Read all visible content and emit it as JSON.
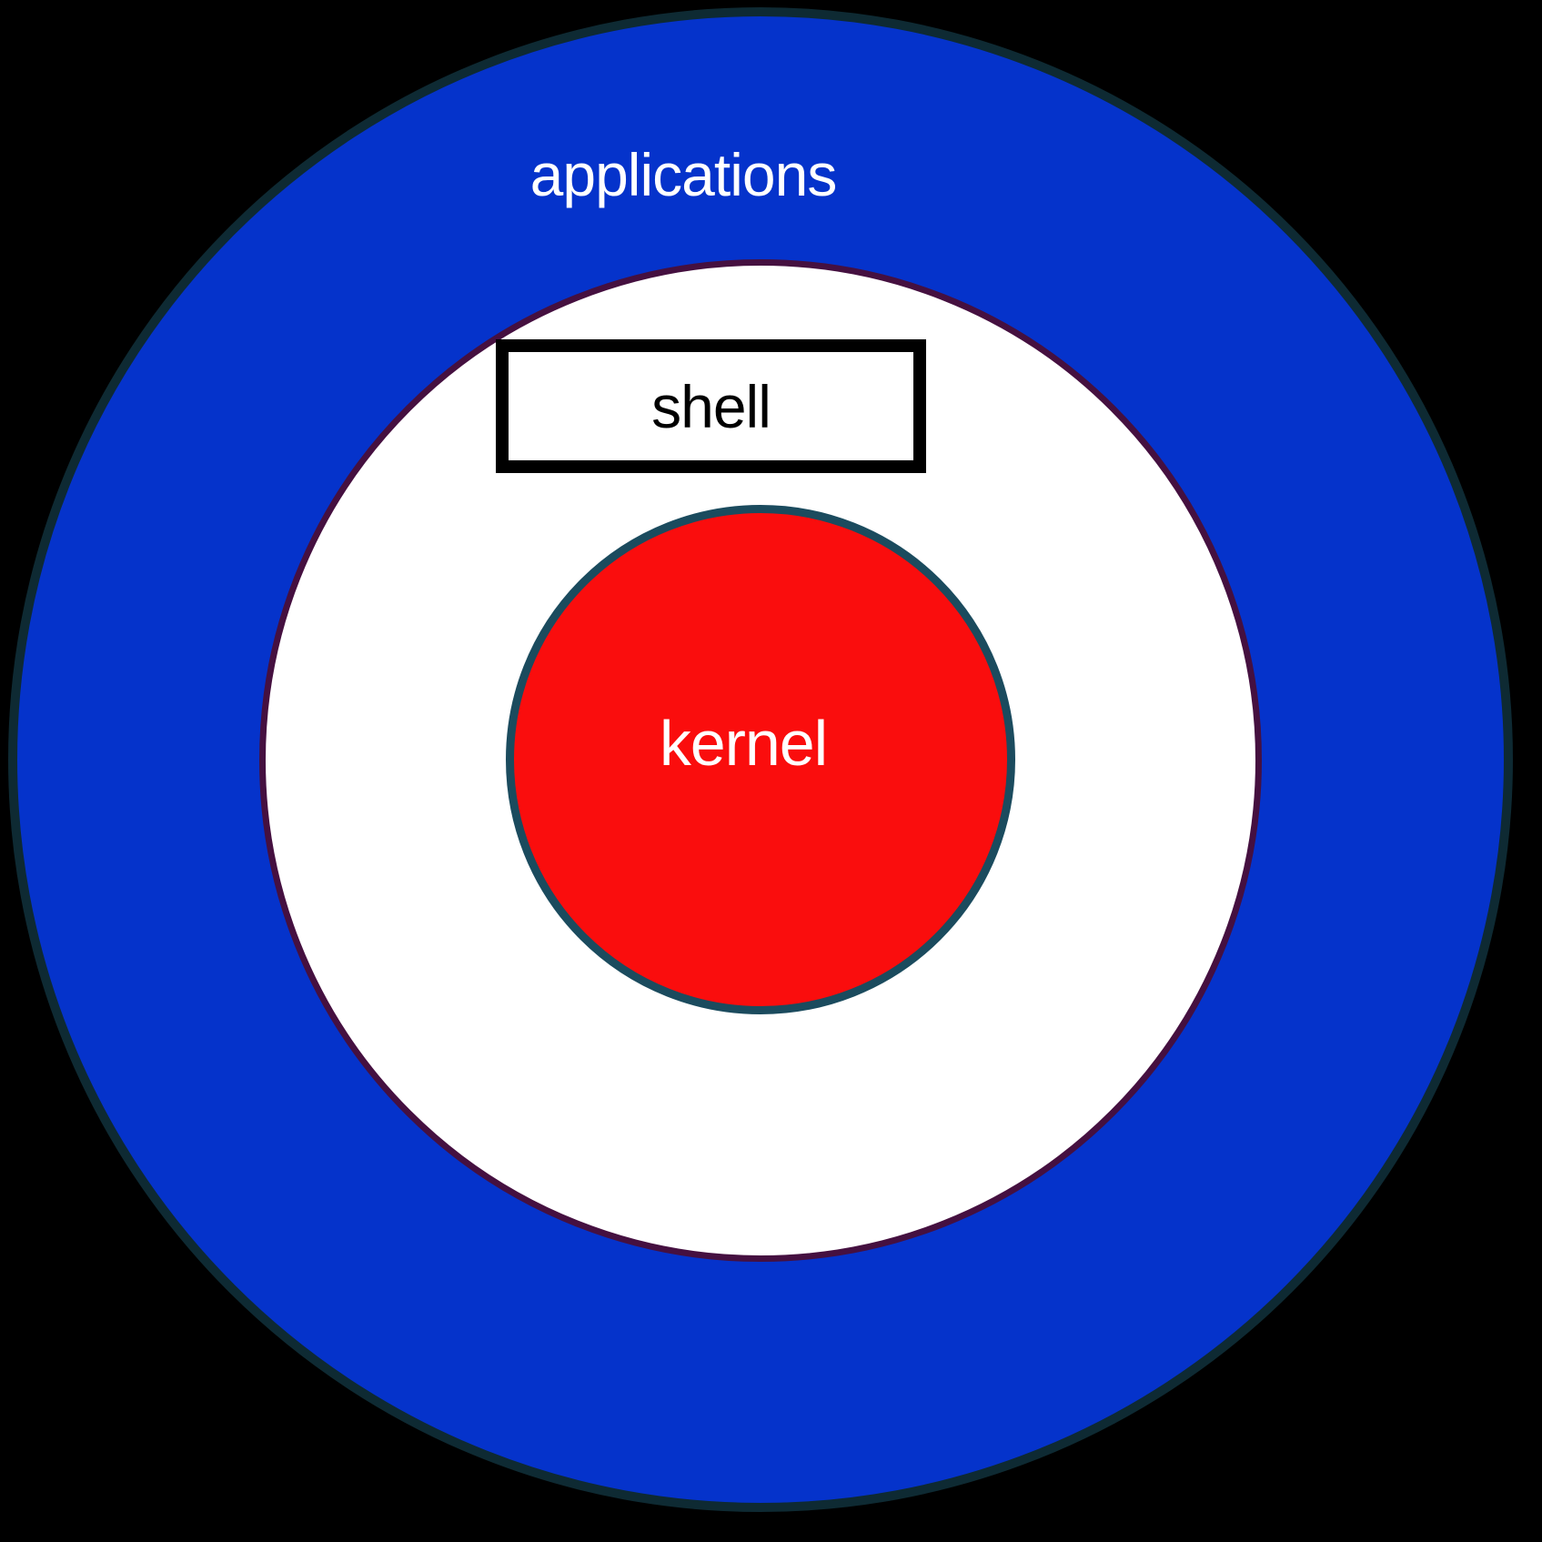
{
  "colors": {
    "background": "#000000",
    "applications_fill": "#0533cb",
    "applications_border": "#0e2a33",
    "applications_text": "#ffffff",
    "shell_ring_fill": "#ffffff",
    "shell_ring_border": "#451040",
    "shell_box_fill": "#ffffff",
    "shell_box_border": "#000000",
    "shell_text": "#000000",
    "kernel_fill": "#fa0d0d",
    "kernel_border": "#1b4b5e",
    "kernel_text": "#ffffff"
  },
  "layers": {
    "applications": {
      "label": "applications"
    },
    "shell": {
      "label": "shell"
    },
    "kernel": {
      "label": "kernel"
    }
  }
}
